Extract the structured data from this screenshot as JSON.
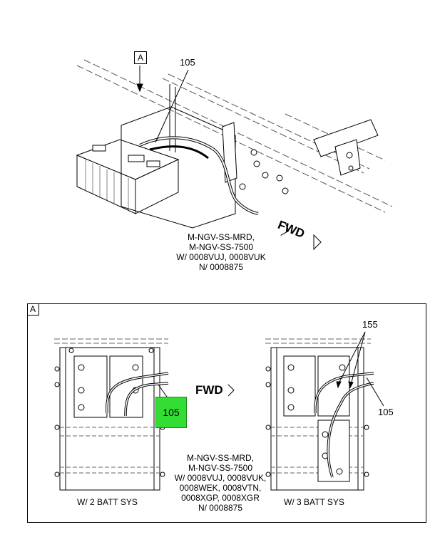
{
  "top_view": {
    "view_label": "A",
    "callout": "105",
    "fwd": "FWD",
    "notes": [
      "M-NGV-SS-MRD,",
      "M-NGV-SS-7500",
      "W/ 0008VUJ, 0008VUK",
      "N/ 0008875"
    ]
  },
  "detail_view": {
    "view_label": "A",
    "fwd": "FWD",
    "left": {
      "callout": "105",
      "caption": "W/ 2 BATT SYS",
      "highlight_color": "#33dd33"
    },
    "right": {
      "callout_a": "155",
      "callout_b": "105",
      "caption": "W/ 3 BATT SYS"
    },
    "notes": [
      "M-NGV-SS-MRD,",
      "M-NGV-SS-7500",
      "W/ 0008VUJ, 0008VUK,",
      "0008WEK, 0008VTN,",
      "0008XGP, 0008XGR",
      "N/ 0008875"
    ]
  }
}
